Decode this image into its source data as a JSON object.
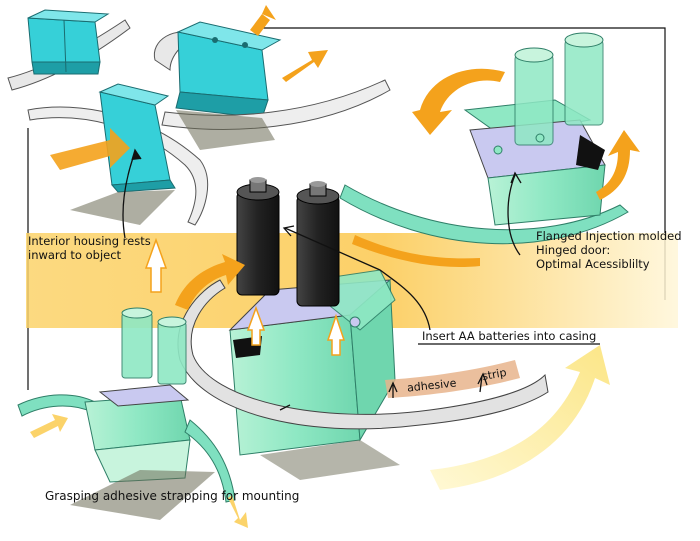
{
  "labels": {
    "interior_line1": "Interior housing rests",
    "interior_line2": "inward to object",
    "flanged_line1": "Flanged Injection molded",
    "flanged_line2": "Hinged door:",
    "flanged_line3": "Optimal Acessiblilty",
    "insert": "Insert AA batteries into casing",
    "adhesive": "adhesive",
    "strip": "strip",
    "grasping": "Grasping adhesive strapping for mounting"
  },
  "colors": {
    "cyan": "#36d0d8",
    "cyan_dark": "#1e9ea6",
    "mint": "#8fe8c4",
    "mint_light": "#c8f4dd",
    "orange": "#f4a21c",
    "yellow_band": "#fbd36a",
    "battery_black": "#2a2a2a",
    "strap_grey": "#e6e6e6",
    "lavender": "#c9c9f0"
  }
}
